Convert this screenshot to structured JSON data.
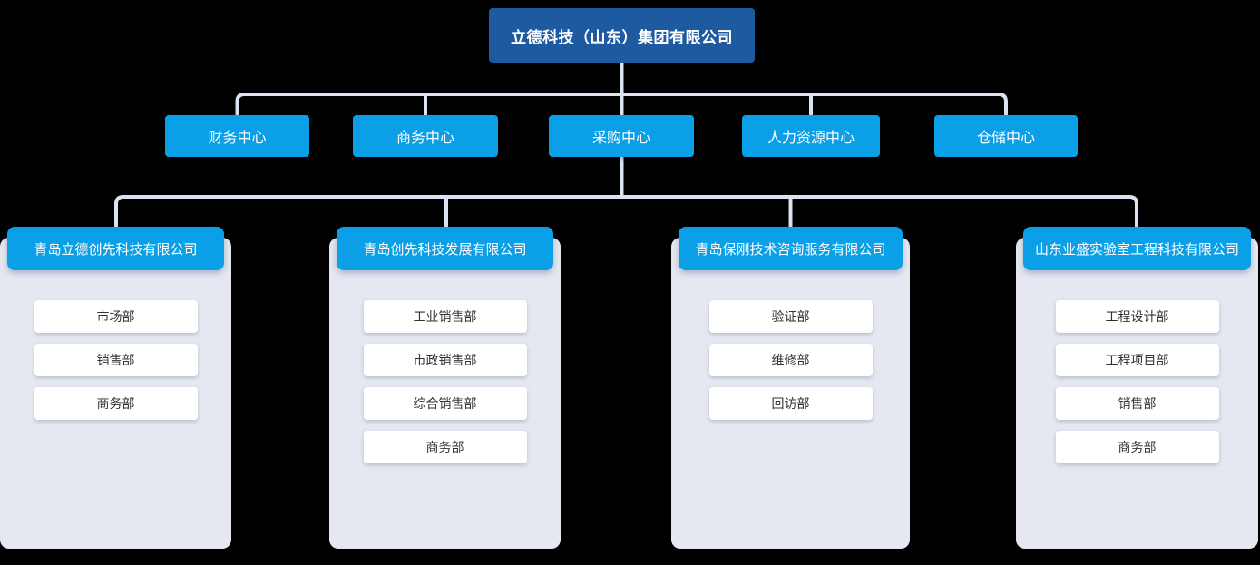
{
  "root": {
    "label": "立德科技（山东）集团有限公司"
  },
  "centers": [
    {
      "label": "财务中心"
    },
    {
      "label": "商务中心"
    },
    {
      "label": "采购中心"
    },
    {
      "label": "人力资源中心"
    },
    {
      "label": "仓储中心"
    }
  ],
  "subsidiaries": [
    {
      "name": "青岛立德创先科技有限公司",
      "departments": [
        "市场部",
        "销售部",
        "商务部"
      ]
    },
    {
      "name": "青岛创先科技发展有限公司",
      "departments": [
        "工业销售部",
        "市政销售部",
        "综合销售部",
        "商务部"
      ]
    },
    {
      "name": "青岛保刚技术咨询服务有限公司",
      "departments": [
        "验证部",
        "维修部",
        "回访部"
      ]
    },
    {
      "name": "山东业盛实验室工程科技有限公司",
      "departments": [
        "工程设计部",
        "工程项目部",
        "销售部",
        "商务部"
      ]
    }
  ],
  "colors": {
    "page_bg": "#000000",
    "root_box": "#1e5aa0",
    "accent_blue": "#0b9fe8",
    "panel_bg": "#e5e8f0",
    "connector": "#dbe2f1",
    "department_text": "#333333"
  }
}
